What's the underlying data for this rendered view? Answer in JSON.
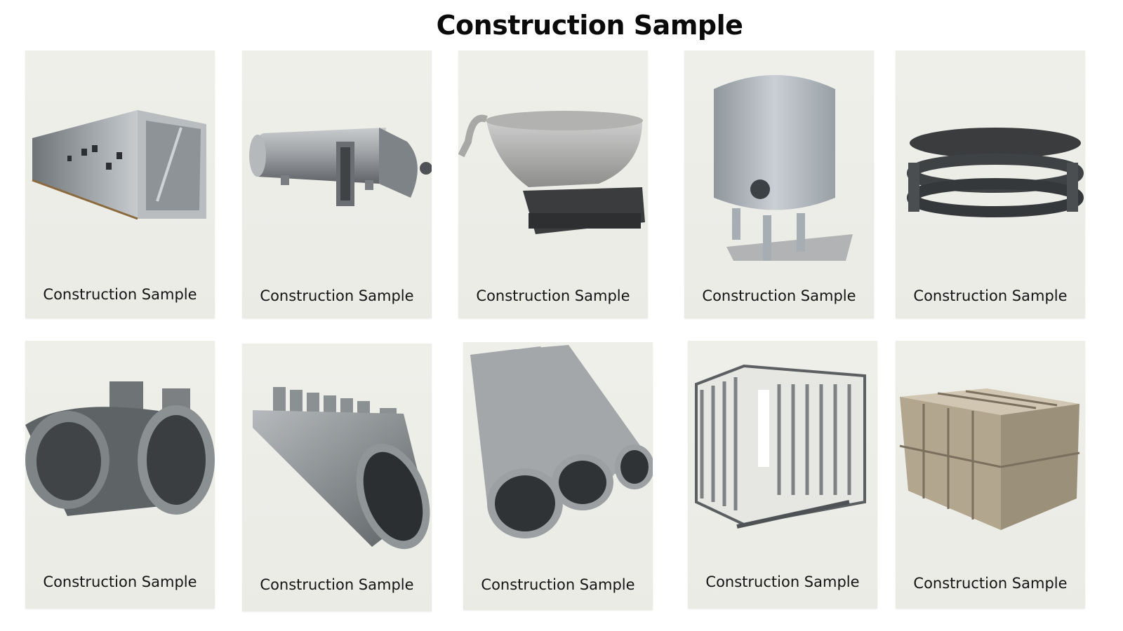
{
  "page": {
    "title": "Construction Sample"
  },
  "cards": [
    {
      "caption": "Construction Sample",
      "icon": "duct-enclosure-image"
    },
    {
      "caption": "Construction Sample",
      "icon": "horizontal-tank-image"
    },
    {
      "caption": "Construction Sample",
      "icon": "basin-on-pallet-image"
    },
    {
      "caption": "Construction Sample",
      "icon": "vertical-vessel-image"
    },
    {
      "caption": "Construction Sample",
      "icon": "coil-pipe-image"
    },
    {
      "caption": "Construction Sample",
      "icon": "pipe-fittings-image"
    },
    {
      "caption": "Construction Sample",
      "icon": "manifold-pipe-image"
    },
    {
      "caption": "Construction Sample",
      "icon": "three-pipes-image"
    },
    {
      "caption": "Construction Sample",
      "icon": "frame-rack-image"
    },
    {
      "caption": "Construction Sample",
      "icon": "steel-box-tank-image"
    }
  ]
}
